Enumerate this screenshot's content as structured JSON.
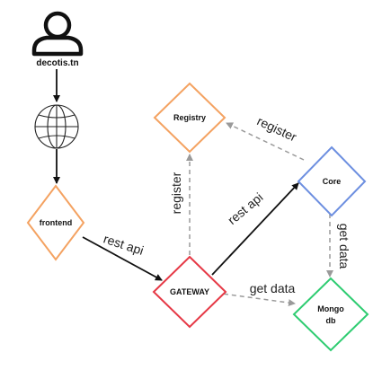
{
  "user": {
    "label": "decotis.tn",
    "icon": "user-icon"
  },
  "globe": {
    "icon": "globe-icon"
  },
  "nodes": {
    "frontend": {
      "label": "frontend",
      "color": "#f4a261"
    },
    "registry": {
      "label": "Registry",
      "color": "#f4a261"
    },
    "gateway": {
      "label": "GATEWAY",
      "color": "#e63946"
    },
    "core": {
      "label": "Core",
      "color": "#6d8fe0"
    },
    "mongo": {
      "label_line1": "Mongo",
      "label_line2": "db",
      "color": "#2ecc71"
    }
  },
  "edges": {
    "frontend_gateway": "rest api",
    "gateway_core": "rest api",
    "gateway_registry": "register",
    "core_registry": "register",
    "gateway_mongo": "get data",
    "core_mongo": "get data"
  }
}
